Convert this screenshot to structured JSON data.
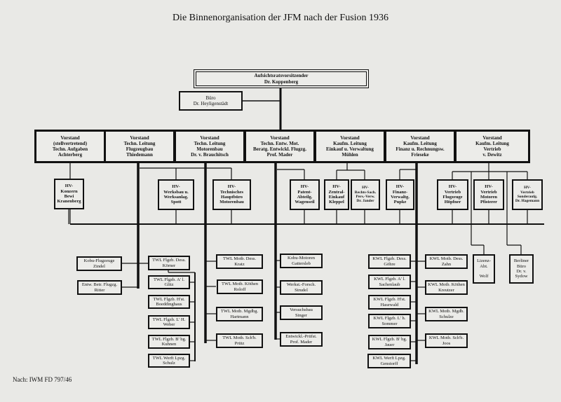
{
  "title": "Die Binnenorganisation der JFM nach der Fusion 1936",
  "top": "Aufsichtsratsvorsitzender\nDr. Koppenberg",
  "buero": "Büro\nDr. Heyligenstädt",
  "vorstand": [
    "Vorstand\n(stellvertretend)\nTechn. Aufgaben\nAchterberg",
    "Vorstand\nTechn. Leitung\nFlugzeugbau\nThiedemann",
    "Vorstand\nTechn. Leitung\nMotorenbau\nDr. v. Brauchitsch",
    "Vorstand\nTechn. Entw. Mot.\nBeratg. Entwickl. Flugzg.\nProf. Mader",
    "Vorstand\nKaufm. Leitung\nEinkauf u. Verwaltung\nMühlen",
    "Vorstand\nKaufm. Leitung\nFinanz u. Rechnungsw.\nFrieseke",
    "Vorstand\nKaufm. Leitung\nVertrieb\nv. Dewitz"
  ],
  "hv": [
    "HV-\nKonzern\nBewi\nKranenberg",
    "HV-\nWerksbau u.\nWerksanlag.\nSpott",
    "HV-\nTechnisches\nHauptbüro\nMotorenbau",
    "HV-\nPatent-\nAbteilg.\nWagenseil",
    "HV-\nZentral-\nEinkauf\nKleppel",
    "HV-\nRechts-Sach.\nPers.-Verw.\nDr. Jander",
    "HV-\nFinanz-\nVerwaltg.\nPupke",
    "HV-\nVertrieb\nFlugzeuge\nHöpfner",
    "HV-\nVertrieb\nMotoren\nPfisterer",
    "HV-\nVertrieb\nSonderaufg.\nDr. Hagemann"
  ],
  "konzern": [
    "Kobu-Flugzeuge\nZindel",
    "Entw. Betr. Flugzg.\nRitter"
  ],
  "twl_flugzeug": [
    "TWL Flgzb. Dess.\nKörner",
    "TWL Flgzb. A' l.\nGlitz",
    "TWL Flgzb. H'st.\nBoeddinghaus",
    "TWL Flgzb. L' H.\nWeber",
    "TWL Flgzb. B' bg.\nKuhnen",
    "TWL Werft Lpzg.\nSchulz"
  ],
  "twl_motor": [
    "TWL Motb. Dess.\nKratz",
    "TWL Motb. Köthen\nRoloff",
    "TWL Motb. Mgdbg.\nHartmann",
    "TWL Motb. Sch'b.\nPrütz"
  ],
  "entw": [
    "Kobu-Motoren\nGattersleb",
    "Werkst.-Forsch.\nStrudel",
    "Versuchsbau\nSinger",
    "Entwickl.-Prüfst.\nProf. Mader"
  ],
  "kwl_flugzeug": [
    "KWL Flgzb. Dess.\nGöhre",
    "KWL Flgzb. A' l.\nSachenlaub",
    "KWL Flgzb. H'st.\nHasewald",
    "KWL Flgzb. L' h.\nSommer",
    "KWL Flgzb. B' bg.\nJauer",
    "KWL Werft Lpzg.\nGenstorff"
  ],
  "kwl_motor": [
    "KWL Motb. Dess.\nZahn",
    "KWL Motb. Köthen\nKreutzer",
    "KWL Motb. Mgdb.\nSchulze",
    "KWL Motb. Sch'b.\nJoos"
  ],
  "vertrieb_extra": [
    "Lizenz-\nAbt.\n\nWolf",
    "Berliner\nBüro\nDr. v.\nSydow"
  ],
  "footer": "Nach: IWM FD 797/46"
}
